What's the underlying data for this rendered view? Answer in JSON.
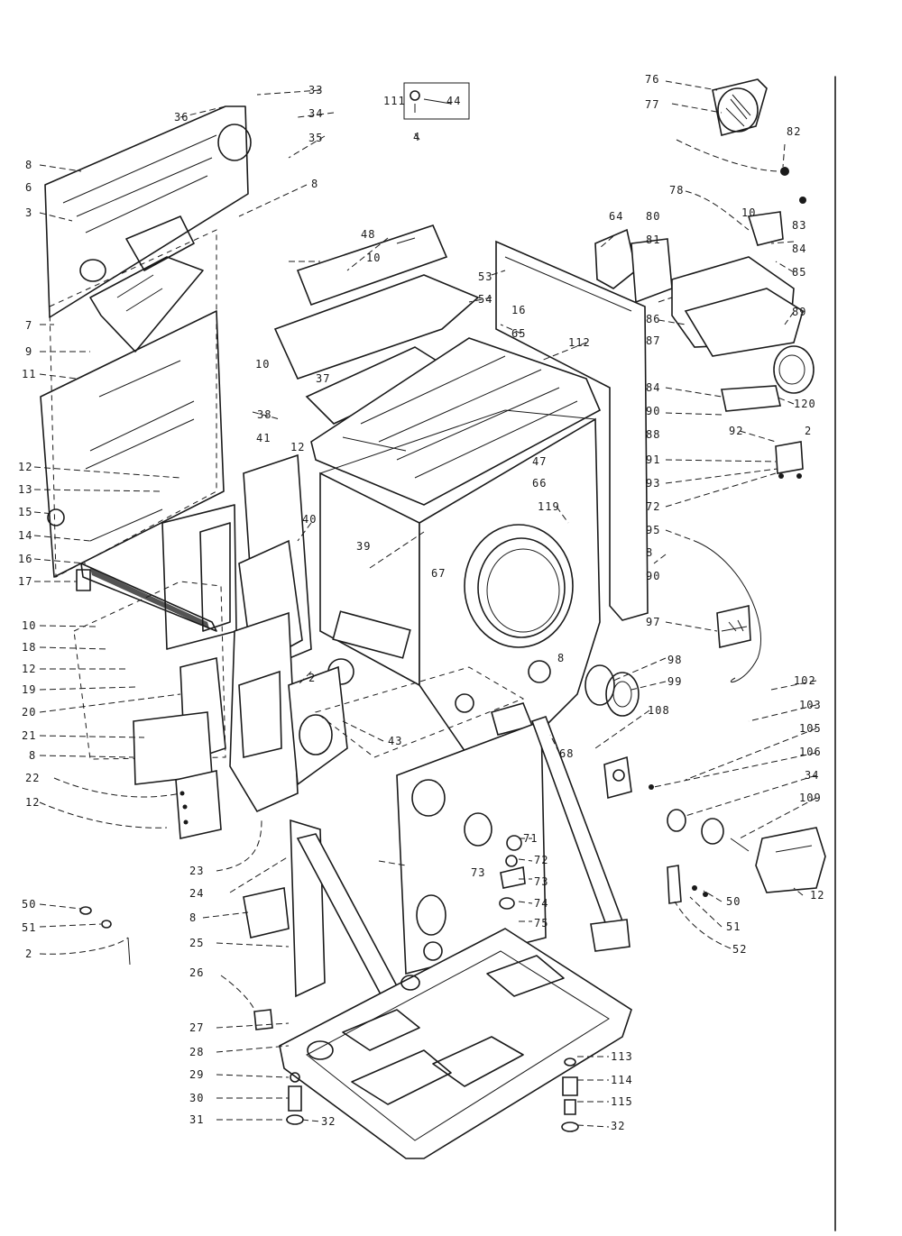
{
  "labels": {
    "l_8a": "8",
    "l_6": "6",
    "l_3": "3",
    "l_7": "7",
    "l_9": "9",
    "l_11": "11",
    "l_12a": "12",
    "l_13": "13",
    "l_15": "15",
    "l_14": "14",
    "l_16": "16",
    "l_17": "17",
    "l_10a": "10",
    "l_18": "18",
    "l_12b": "12",
    "l_19": "19",
    "l_20": "20",
    "l_21": "21",
    "l_8b": "8",
    "l_22": "22",
    "l_12c": "12",
    "l_33": "33",
    "l_34": "34",
    "l_35": "35",
    "l_36": "36",
    "l_8c": "8",
    "l_111": "111",
    "l_44": "44",
    "l_4": "4",
    "l_48": "48",
    "l_10b": "10",
    "l_10c": "10",
    "l_37": "37",
    "l_38": "38",
    "l_41": "41",
    "l_12d": "12",
    "l_40": "40",
    "l_39": "39",
    "l_2a": "2",
    "l_43": "43",
    "l_53": "53",
    "l_54": "54",
    "l_16b": "16",
    "l_65": "65",
    "l_112": "112",
    "l_47": "47",
    "l_66": "66",
    "l_119": "119",
    "l_67": "67",
    "l_8d": "8",
    "l_68": "68",
    "l_64": "64",
    "l_80": "80",
    "l_81": "81",
    "l_86": "86",
    "l_87": "87",
    "l_76": "76",
    "l_77": "77",
    "l_82": "82",
    "l_78": "78",
    "l_10d": "10",
    "l_83": "83",
    "l_84a": "84",
    "l_85": "85",
    "l_89": "89",
    "l_84b": "84",
    "l_90": "90",
    "l_120": "120",
    "l_92": "92",
    "l_2b": "2",
    "l_88": "88",
    "l_91": "91",
    "l_93": "93",
    "l_72a": "72",
    "l_95": "95",
    "l_8e": "8",
    "l_90b": "90",
    "l_97": "97",
    "l_98": "98",
    "l_99": "99",
    "l_108": "108",
    "l_102": "102",
    "l_103": "103",
    "l_105": "105",
    "l_106": "106",
    "l_34b": "34",
    "l_109": "109",
    "l_12e": "12",
    "l_50a": "50",
    "l_51a": "51",
    "l_52": "52",
    "l_71": "71",
    "l_72b": "72",
    "l_73": "73",
    "l_73b": "73",
    "l_74": "74",
    "l_75": "75",
    "l_23": "23",
    "l_24": "24",
    "l_8f": "8",
    "l_25": "25",
    "l_26": "26",
    "l_27": "27",
    "l_28": "28",
    "l_29": "29",
    "l_30": "30",
    "l_31": "31",
    "l_32a": "32",
    "l_50b": "50",
    "l_51b": "51",
    "l_2c": "2",
    "l_113": "113",
    "l_114": "114",
    "l_115": "115",
    "l_32b": "32"
  }
}
